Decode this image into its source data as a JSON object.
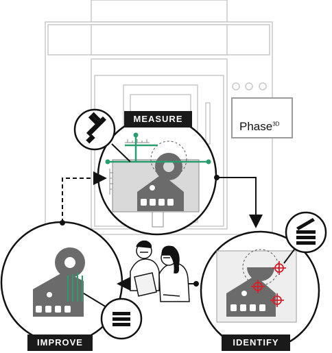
{
  "labels": {
    "measure": "MEASURE",
    "improve": "IMPROVE",
    "identify": "IDENTIFY"
  },
  "logo": {
    "brand": "Phase",
    "brand_sup": "3D"
  },
  "icons": {
    "measure": "caliper-icon",
    "identify": "scan-layers-icon",
    "improve": "menu-lines-icon"
  },
  "colors": {
    "accent": "#2a9d6f",
    "defect": "#d4202a",
    "part": "#6b6b6b",
    "label_bg": "#1a1a1a",
    "machine_line": "#c8c8c8"
  }
}
